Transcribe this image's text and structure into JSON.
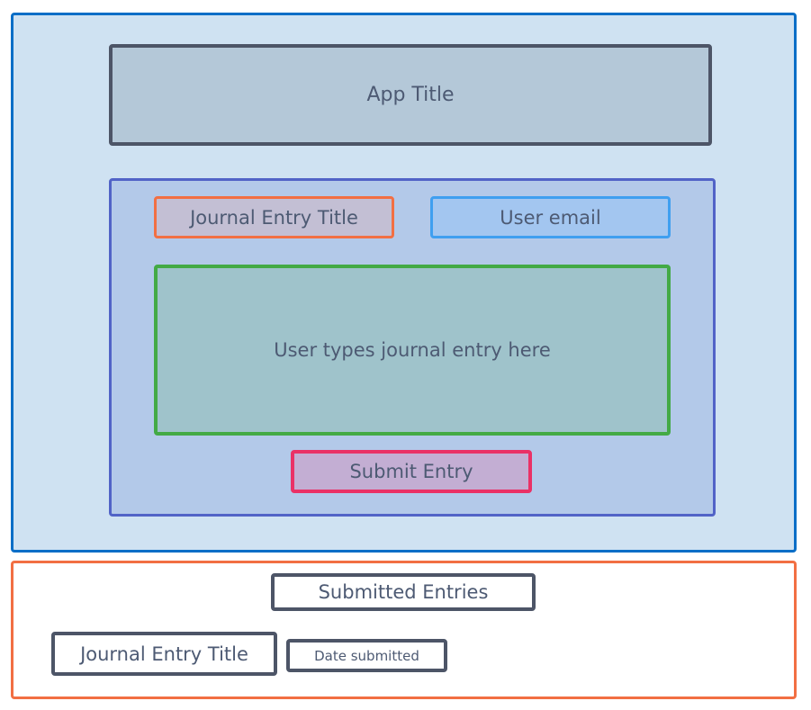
{
  "app": {
    "title": "App Title"
  },
  "form": {
    "journal_title_label": "Journal Entry Title",
    "user_email_label": "User email",
    "entry_body_label": "User types journal entry here",
    "submit_label": "Submit Entry"
  },
  "entries": {
    "heading": "Submitted Entries",
    "rows": [
      {
        "title": "Journal Entry Title",
        "date": "Date submitted"
      }
    ]
  },
  "colors": {
    "app_frame_border": "#0a6ec7",
    "form_panel_border": "#5163c7",
    "title_input_border": "#f26f43",
    "email_input_border": "#3f9ff0",
    "entry_textarea_border": "#43aa45",
    "submit_button_border": "#ea3166",
    "entries_frame_border": "#f26f43",
    "neutral_border": "#4d5567"
  }
}
